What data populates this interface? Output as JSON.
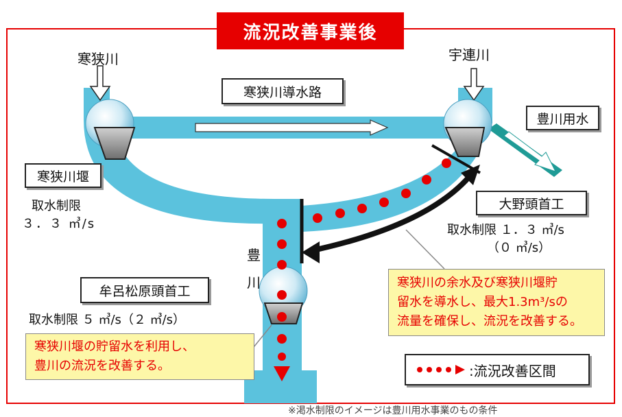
{
  "title": "流況改善事業後",
  "labels": {
    "kansa_river": "寒狭川",
    "uren_river": "宇連川",
    "channel": "寒狭川導水路",
    "toyokawa_water": "豊川用水",
    "kansa_weir": "寒狭川堰",
    "kansa_limit_label": "取水制限",
    "kansa_limit_value": "３．３ ㎥/s",
    "ono_weir": "大野頭首工",
    "ono_limit": "取水制限 １．３ ㎥/s",
    "ono_limit_paren": "（０ ㎥/s）",
    "toyo_char1": "豊",
    "toyo_char2": "川",
    "mukuro_weir": "牟呂松原頭首工",
    "mukuro_limit": "取水制限 ５ ㎥/s（２ ㎥/s）"
  },
  "callouts": {
    "right": [
      "寒狭川の余水及び寒狭川堰貯",
      "留水を導水し、最大1.3m³/sの",
      "流量を確保し、流況を改善する。"
    ],
    "left": [
      "寒狭川堰の貯留水を利用し、",
      "豊川の流況を改善する。"
    ]
  },
  "legend": {
    "label": ":流況改善区間"
  },
  "footnote": "※渇水制限のイメージは豊川用水事業のもの条件",
  "colors": {
    "water": "#5bc2dd",
    "accent_red": "#e60000",
    "callout_bg": "#fdf7a8",
    "teal": "#1f9b96"
  }
}
